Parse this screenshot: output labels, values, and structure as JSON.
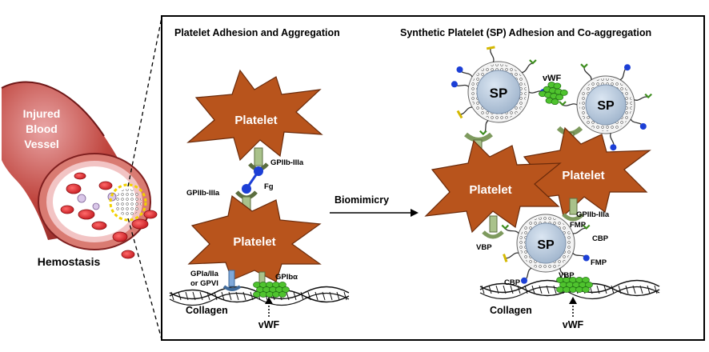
{
  "vessel": {
    "label_lines": [
      "Injured",
      "Blood",
      "Vessel"
    ],
    "caption": "Hemostasis"
  },
  "left_panel": {
    "title": "Platelet Adhesion and Aggregation",
    "platelet_top": "Platelet",
    "platelet_bottom": "Platelet",
    "receptor_top": "GPIIb-IIIa",
    "receptor_mid": "GPIIb-IIIa",
    "ligand": "Fg",
    "receptor_collagen_1": "GPIa/IIa",
    "receptor_collagen_2": "or GPVI",
    "receptor_vwf": "GPIbα",
    "substrate": "Collagen",
    "protein": "vWF"
  },
  "arrow": {
    "label": "Biomimicry"
  },
  "right_panel": {
    "title": "Synthetic Platelet (SP)  Adhesion and Co-aggregation",
    "sp_label": "SP",
    "platelet_left": "Platelet",
    "platelet_right": "Platelet",
    "vwf_top": "vWF",
    "receptor": "GPIIb-IIIa",
    "fmp_1": "FMP",
    "fmp_2": "FMP",
    "vbp_1": "VBP",
    "vbp_2": "VBP",
    "cbp_1": "CBP",
    "cbp_2": "CBP",
    "substrate": "Collagen",
    "protein": "vWF"
  },
  "colors": {
    "platelet": "#b8541c",
    "receptor": "#a9c28b",
    "fibrinogen": "#1c3fd6",
    "vwf": "#4fc32e",
    "collagen_receptor": "#7fa8d9",
    "sp_core": "#b7c9dd",
    "vessel": "#b23a3a"
  }
}
